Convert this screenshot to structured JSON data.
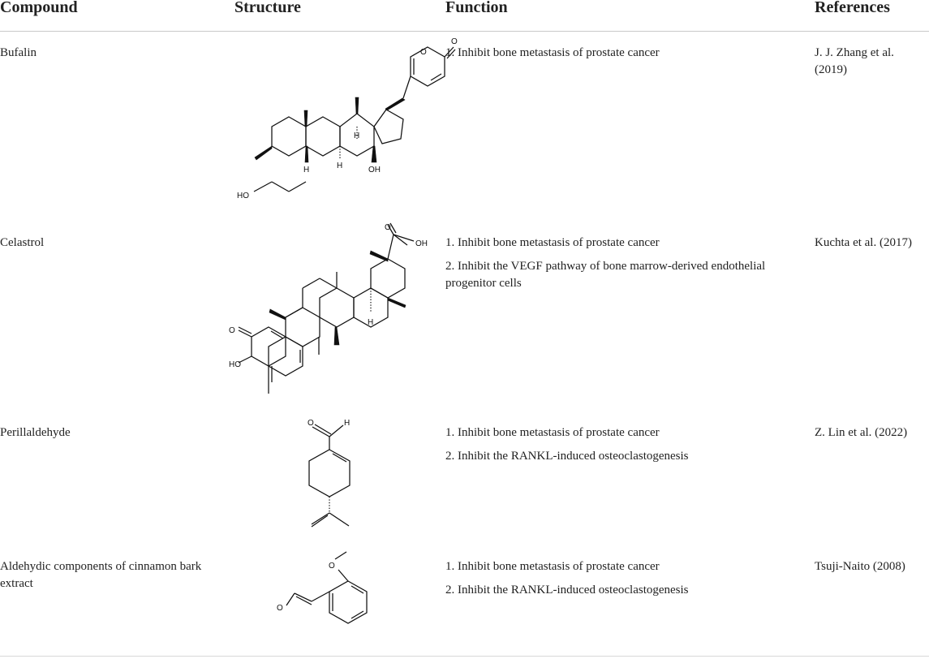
{
  "table": {
    "headers": {
      "compound": "Compound",
      "structure": "Structure",
      "function": "Function",
      "references": "References"
    },
    "rows": [
      {
        "compound": "Bufalin",
        "structure_labels": {
          "o1": "O",
          "o2": "O",
          "oh": "OH",
          "ho": "HO",
          "h1": "H",
          "h2": "H",
          "h3": "H"
        },
        "functions": [
          "1. Inhibit bone metastasis of prostate cancer"
        ],
        "reference_line1": "J. J. Zhang et al.",
        "reference_line2": "(2019)"
      },
      {
        "compound": "Celastrol",
        "structure_labels": {
          "o": "O",
          "oh": "OH",
          "oketone": "O",
          "ho": "HO",
          "h": "H"
        },
        "functions": [
          "1. Inhibit bone metastasis of prostate cancer",
          "2. Inhibit the VEGF pathway of bone marrow-derived endothelial progenitor cells"
        ],
        "reference_line1": "Kuchta et al. (2017)"
      },
      {
        "compound": "Perillaldehyde",
        "structure_labels": {
          "o": "O",
          "h": "H"
        },
        "functions": [
          "1. Inhibit bone metastasis of prostate cancer",
          "2. Inhibit the RANKL-induced osteoclastogenesis"
        ],
        "reference_line1": "Z. Lin et al. (2022)"
      },
      {
        "compound": "Aldehydic components of cinnamon bark extract",
        "structure_labels": {
          "o_methoxy": "O",
          "o_aldehyde": "O"
        },
        "functions": [
          "1. Inhibit bone metastasis of prostate cancer",
          "2. Inhibit the RANKL-induced osteoclastogenesis"
        ],
        "reference_line1": "Tsuji-Naito (2008)"
      }
    ]
  }
}
